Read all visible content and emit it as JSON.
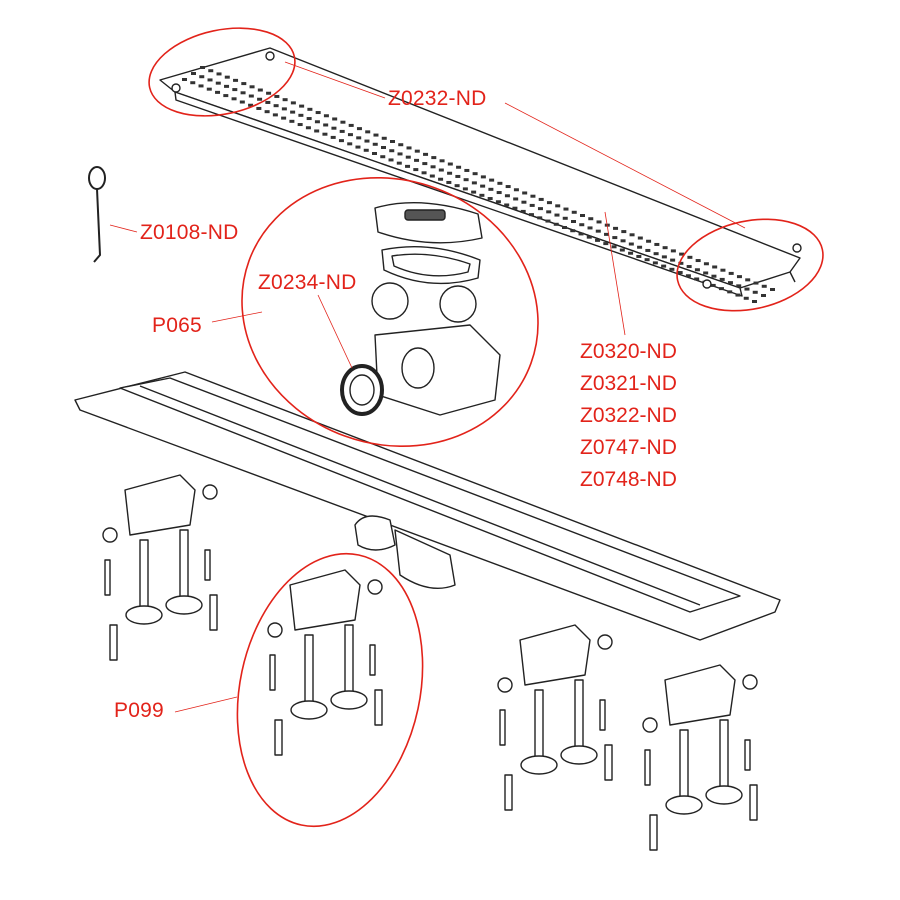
{
  "diagram": {
    "accent_color": "#e2231a",
    "line_color": "#222222",
    "labels": {
      "grate": "Z0232-ND",
      "hook": "Z0108-ND",
      "seal": "Z0234-ND",
      "siphon": "P065",
      "feet": "P099"
    },
    "channel_codes": [
      "Z0320-ND",
      "Z0321-ND",
      "Z0322-ND",
      "Z0747-ND",
      "Z0748-ND"
    ]
  }
}
